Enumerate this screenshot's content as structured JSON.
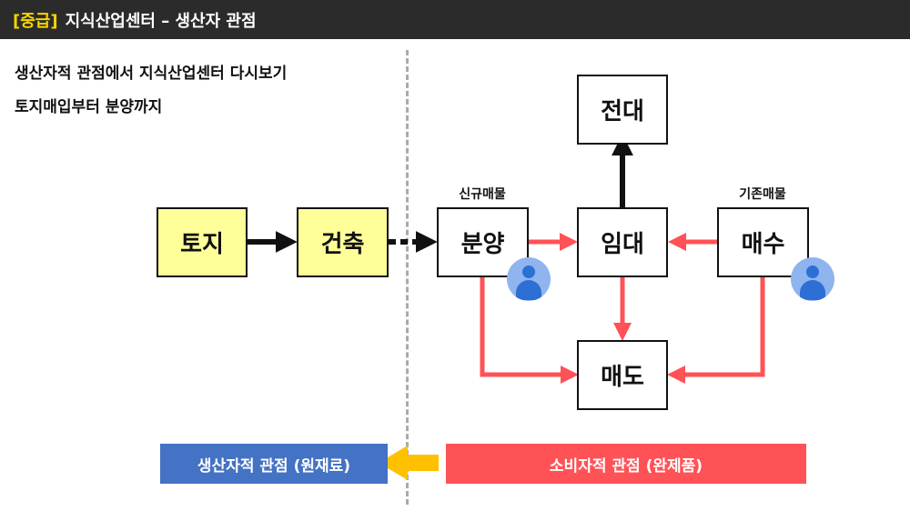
{
  "header": {
    "tag": "[중급]",
    "title": "지식산업센터 – 생산자 관점"
  },
  "intro": {
    "line1": "생산자적 관점에서 지식산업센터 다시보기",
    "line2": "토지매입부터 분양까지"
  },
  "nodes": {
    "land": "토지",
    "construction": "건축",
    "sale_new": "분양",
    "lease": "임대",
    "jeondae": "전대",
    "purchase": "매수",
    "resale": "매도"
  },
  "labels": {
    "new_property": "신규매물",
    "existing_property": "기존매물"
  },
  "bars": {
    "producer": "생산자적 관점 (원재료)",
    "consumer": "소비자적 관점 (완제품)"
  },
  "colors": {
    "yellow_box": "#ffff99",
    "red_arrow": "#ff5257",
    "blue_bar": "#4472c4",
    "orange_arrow": "#ffc000",
    "header_bg": "#2b2b2b",
    "header_tag": "#f5d400"
  },
  "icons": {
    "person": "person-icon"
  }
}
